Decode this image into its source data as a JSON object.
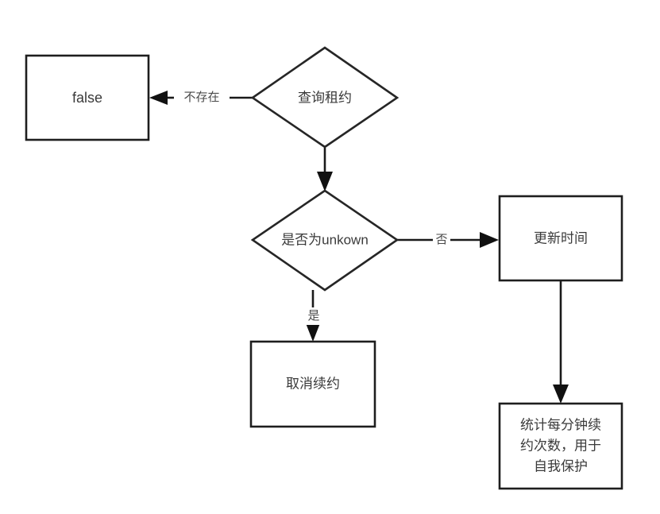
{
  "diagram": {
    "type": "flowchart",
    "title": "",
    "background_color": "#ffffff",
    "line_color": "#1a1a1a",
    "text_color": "#3a3a3a",
    "nodes": [
      {
        "id": "false-box",
        "shape": "rectangle",
        "label": "false",
        "lines": [
          "false"
        ]
      },
      {
        "id": "query-lease-diamond",
        "shape": "diamond",
        "label": "查询租约",
        "lines": [
          "查询租约"
        ]
      },
      {
        "id": "is-unkown-diamond",
        "shape": "diamond",
        "label": "是否为unkown",
        "lines": [
          "是否为unkown"
        ]
      },
      {
        "id": "update-time-box",
        "shape": "rectangle",
        "label": "更新时间",
        "lines": [
          "更新时间"
        ]
      },
      {
        "id": "cancel-renew-box",
        "shape": "rectangle",
        "label": "取消续约",
        "lines": [
          "取消续约"
        ]
      },
      {
        "id": "stats-box",
        "shape": "rectangle",
        "label": "统计每分钟续约次数，用于自我保护",
        "lines": [
          "统计每分钟续",
          "约次数，用于",
          "自我保护"
        ]
      }
    ],
    "edges": [
      {
        "id": "edge-not-exist",
        "from": "query-lease-diamond",
        "to": "false-box",
        "label": "不存在",
        "direction": "left"
      },
      {
        "id": "edge-query-to-unkown",
        "from": "query-lease-diamond",
        "to": "is-unkown-diamond",
        "label": "",
        "direction": "down"
      },
      {
        "id": "edge-no",
        "from": "is-unkown-diamond",
        "to": "update-time-box",
        "label": "否",
        "direction": "right"
      },
      {
        "id": "edge-yes",
        "from": "is-unkown-diamond",
        "to": "cancel-renew-box",
        "label": "是",
        "direction": "down"
      },
      {
        "id": "edge-update-to-stats",
        "from": "update-time-box",
        "to": "stats-box",
        "label": "",
        "direction": "down"
      }
    ]
  }
}
